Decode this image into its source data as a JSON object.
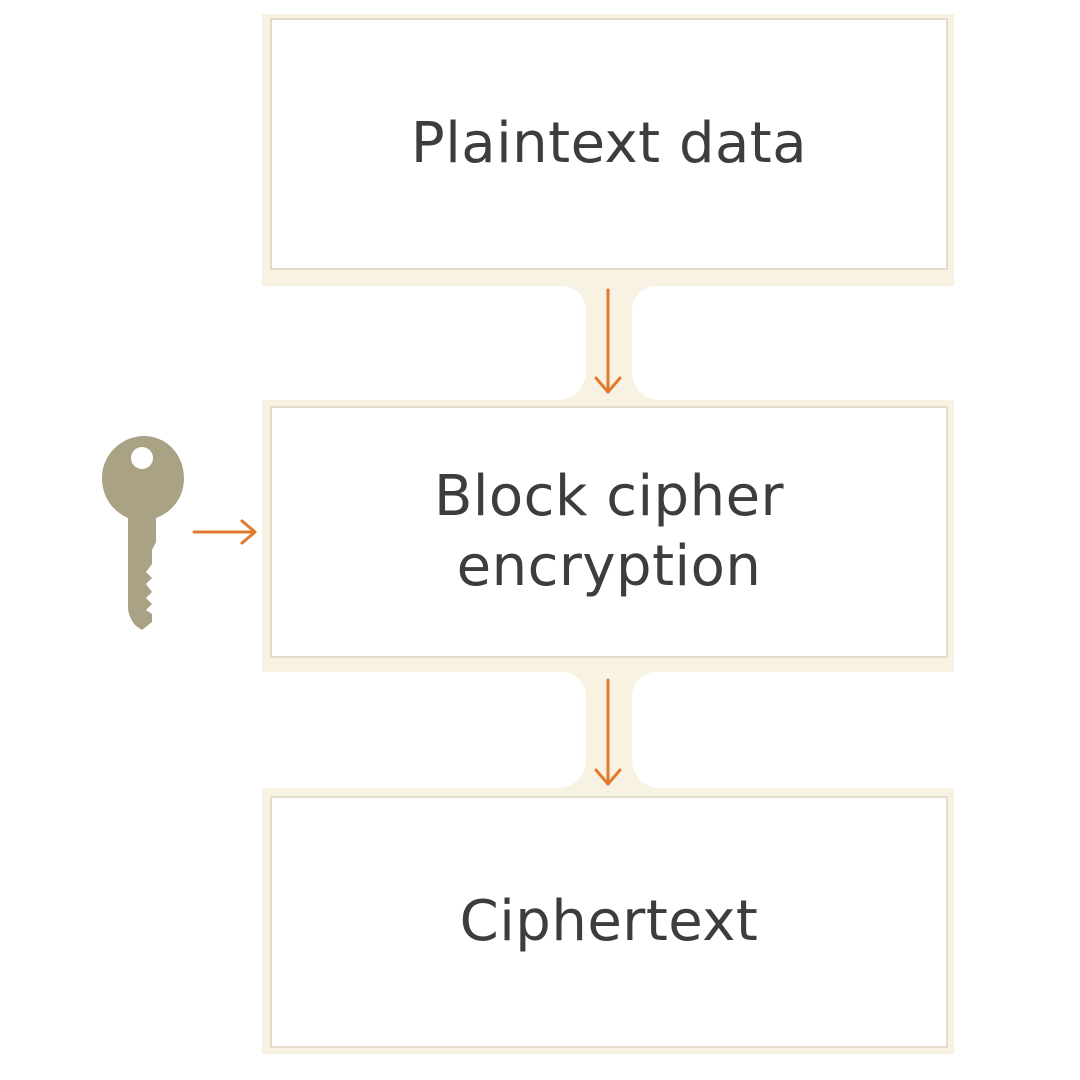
{
  "diagram": {
    "steps": [
      {
        "label": "Plaintext data"
      },
      {
        "label": "Block cipher encryption"
      },
      {
        "label": "Ciphertext"
      }
    ],
    "key_icon": "key-icon",
    "colors": {
      "arrow": "#e07a2e",
      "key": "#a9a285",
      "box_border": "#e3dcc8",
      "backdrop": "#f8f2e3",
      "text": "#3d3d3d"
    }
  }
}
